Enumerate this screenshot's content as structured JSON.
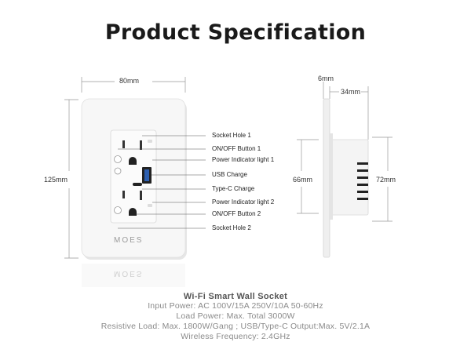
{
  "title": "Product Specification",
  "dimensions": {
    "width_front": "80mm",
    "height_front": "125mm",
    "depth_plate": "6mm",
    "depth_body": "34mm",
    "body_height_inner": "66mm",
    "body_height_outer": "72mm"
  },
  "callouts": [
    "Socket Hole 1",
    "ON/OFF Button 1",
    "Power Indicator light 1",
    "USB Charge",
    "Type-C Charge",
    "Power Indicator light 2",
    "ON/OFF Button 2",
    "Socket Hole 2"
  ],
  "brand": "MOES",
  "specs": {
    "heading": "Wi-Fi Smart Wall Socket",
    "lines": [
      "Input Power: AC 100V/15A 250V/10A 50-60Hz",
      "Load Power: Max. Total 3000W",
      "Resistive Load: Max. 1800W/Gang ; USB/Type-C Output:Max. 5V/2.1A",
      "Wireless Frequency: 2.4GHz"
    ]
  }
}
